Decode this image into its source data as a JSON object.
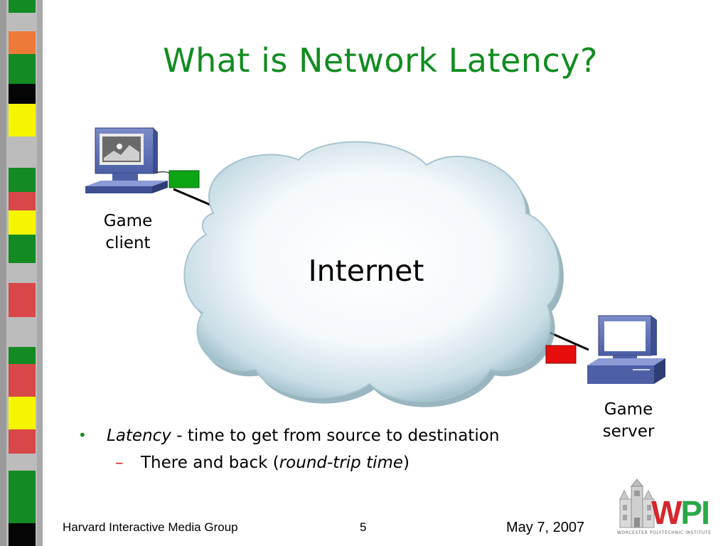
{
  "slide": {
    "title": "What is Network Latency?",
    "cloud_label": "Internet",
    "client_label_1": "Game",
    "client_label_2": "client",
    "server_label_1": "Game",
    "server_label_2": "server",
    "bullet1_term": "Latency",
    "bullet1_rest": " - time to get from source to destination",
    "bullet2_pre": "There and back (",
    "bullet2_term": "round-trip time",
    "bullet2_post": ")",
    "bullet_marker": "•",
    "sub_marker": "–"
  },
  "footer": {
    "group": "Harvard Interactive Media Group",
    "page": "5",
    "date": "May 7, 2007"
  },
  "logo": {
    "wpi_w": "W",
    "wpi_pi": "PI",
    "caption": "WORCESTER POLYTECHNIC INSTITUTE"
  },
  "colors": {
    "title": "#118c1f",
    "client_packet": "#0ea514",
    "server_packet": "#e60d0d",
    "logo_red": "#d6262c",
    "logo_green": "#2aa847"
  },
  "icons": [
    "desktop-computer-icon",
    "server-computer-icon",
    "cloud-icon",
    "wpi-logo-icon"
  ]
}
